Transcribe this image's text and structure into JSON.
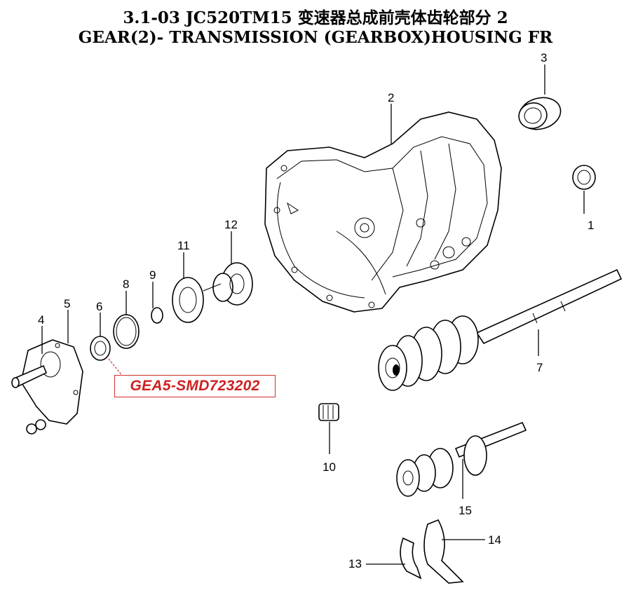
{
  "title": {
    "line1": "3.1-03    JC520TM15 变速器总成前壳体齿轮部分 2",
    "line2": "GEAR(2)- TRANSMISSION (GEARBOX)HOUSING FR"
  },
  "callouts": [
    "1",
    "2",
    "3",
    "4",
    "5",
    "6",
    "7",
    "8",
    "9",
    "10",
    "11",
    "12",
    "13",
    "14",
    "15"
  ],
  "highlight": {
    "part_number": "GEA5-SMD723202",
    "color": "#d02020"
  }
}
